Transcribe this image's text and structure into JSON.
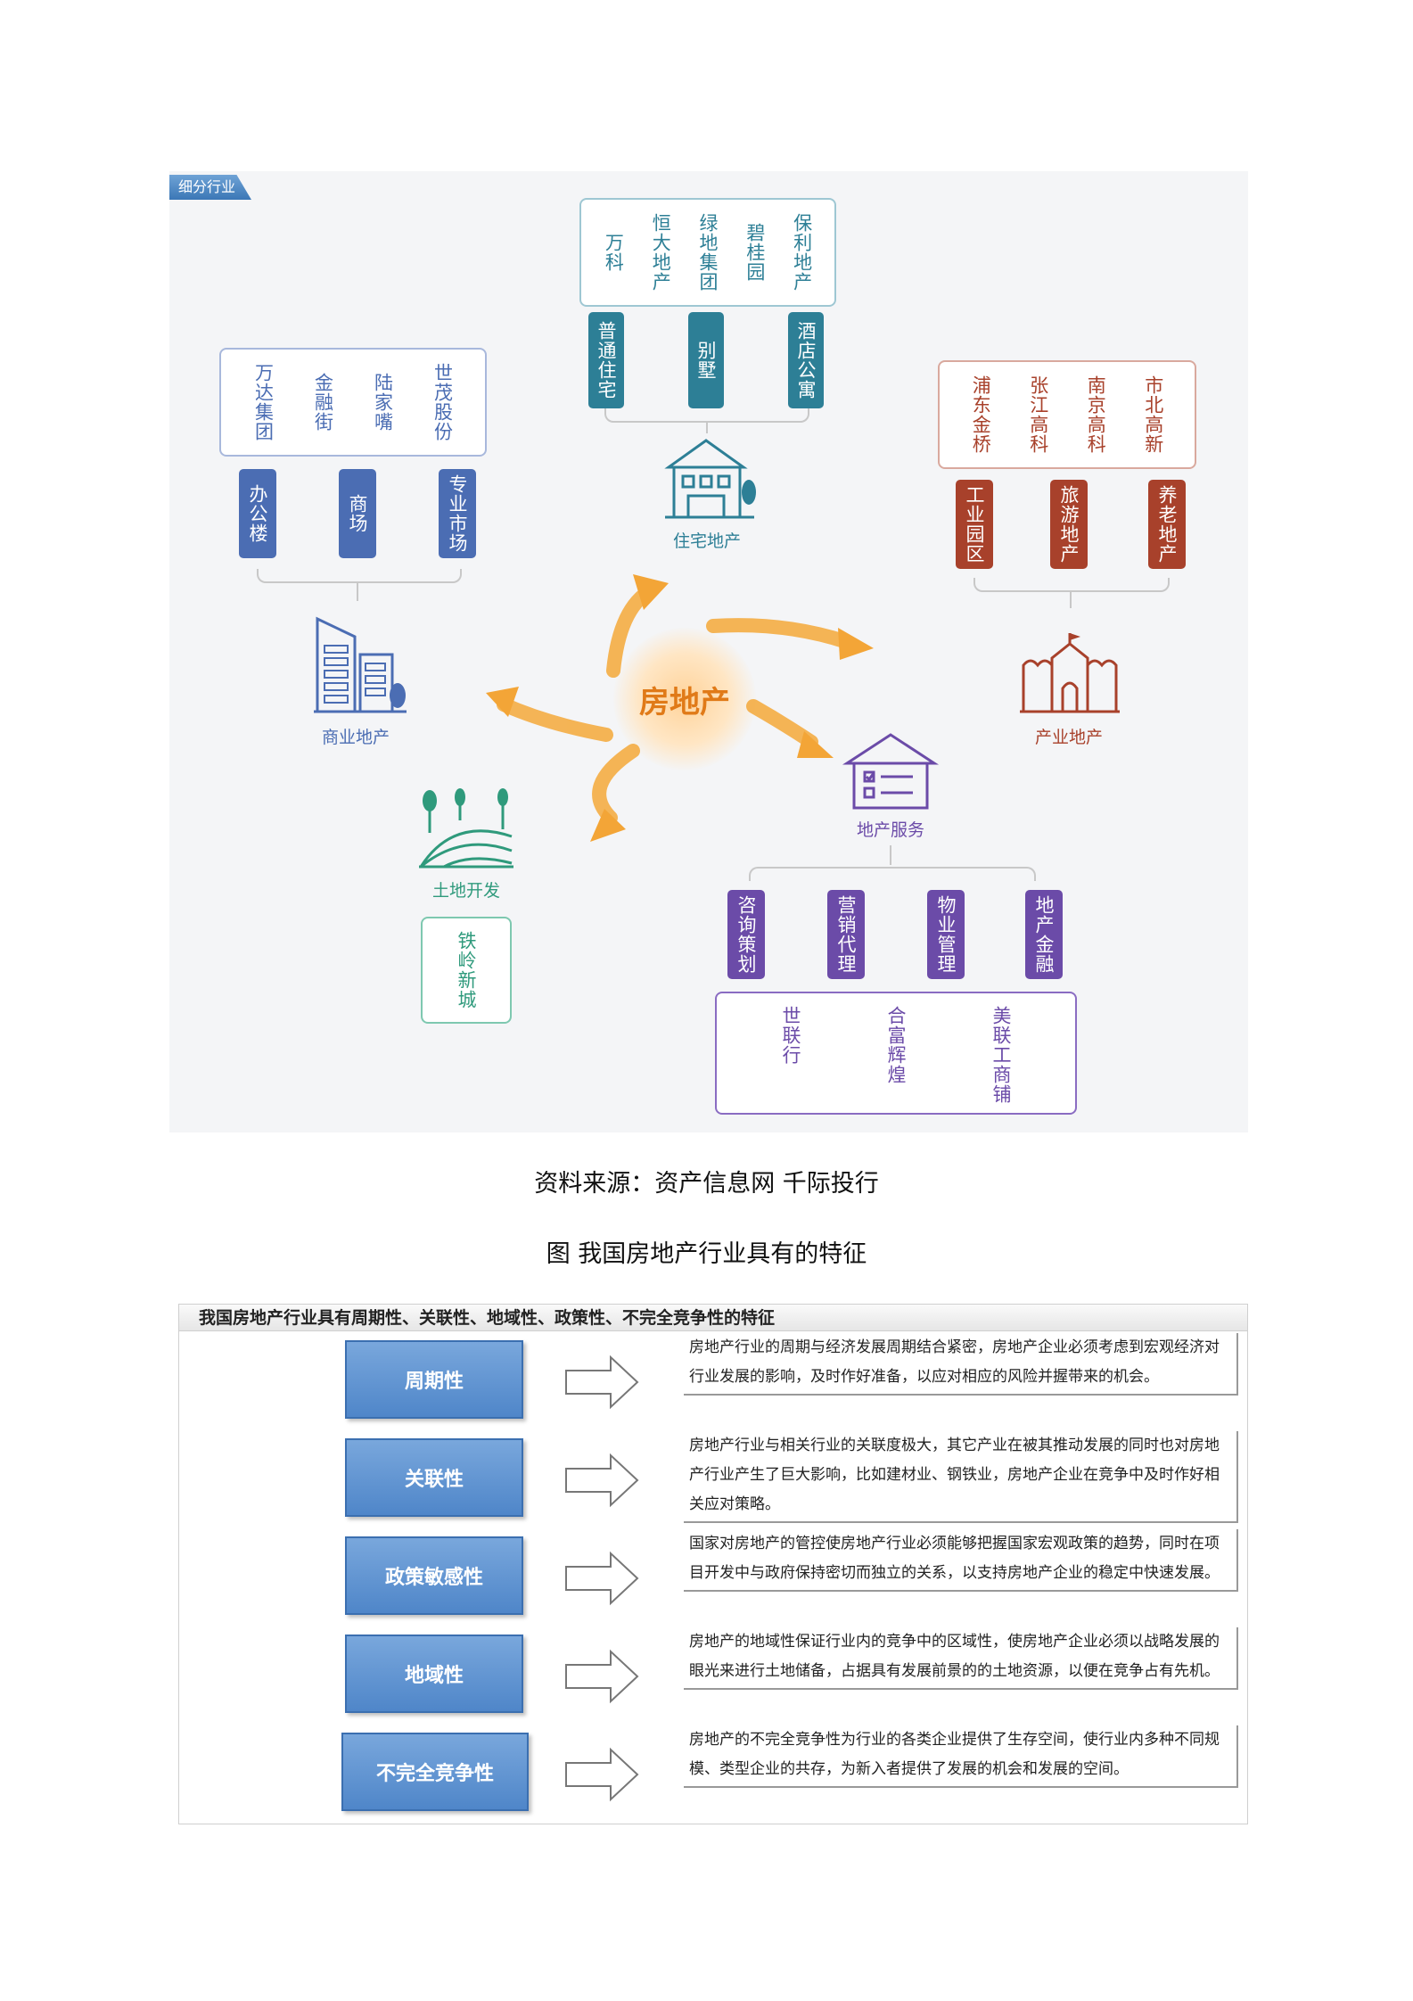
{
  "diagram1": {
    "tag": "细分行业",
    "center": "房地产",
    "residential": {
      "label": "住宅地产",
      "companies": [
        "万科",
        "恒大地产",
        "绿地集团",
        "碧桂园",
        "保利地产"
      ],
      "types": [
        "普通住宅",
        "别墅",
        "酒店公寓"
      ]
    },
    "commercial": {
      "label": "商业地产",
      "companies": [
        "万达集团",
        "金融街",
        "陆家嘴",
        "世茂股份"
      ],
      "types": [
        "办公楼",
        "商场",
        "专业市场"
      ]
    },
    "industrial": {
      "label": "产业地产",
      "companies": [
        "浦东金桥",
        "张江高科",
        "南京高科",
        "市北高新"
      ],
      "types": [
        "工业园区",
        "旅游地产",
        "养老地产"
      ]
    },
    "land": {
      "label": "土地开发",
      "companies": [
        "铁岭新城"
      ]
    },
    "service": {
      "label": "地产服务",
      "types": [
        "咨询策划",
        "营销代理",
        "物业管理",
        "地产金融"
      ],
      "companies": [
        "世联行",
        "合富辉煌",
        "美联工商铺"
      ]
    },
    "colors": {
      "residential": "#2d7f96",
      "commercial": "#4b6db3",
      "industrial": "#a8412b",
      "land": "#2f9a7c",
      "service": "#6b4ba8",
      "center": "#e07a18"
    }
  },
  "captions": {
    "source": "资料来源：资产信息网 千际投行",
    "figure": "图 我国房地产行业具有的特征"
  },
  "diagram2": {
    "title": "我国房地产行业具有周期性、关联性、地域性、政策性、不完全竞争性的特征",
    "features": [
      {
        "name": "周期性",
        "desc": "房地产行业的周期与经济发展周期结合紧密，房地产企业必须考虑到宏观经济对行业发展的影响，及时作好准备，以应对相应的风险并握带来的机会。"
      },
      {
        "name": "关联性",
        "desc": "房地产行业与相关行业的关联度极大，其它产业在被其推动发展的同时也对房地产行业产生了巨大影响，比如建材业、钢铁业，房地产企业在竞争中及时作好相关应对策略。"
      },
      {
        "name": "政策敏感性",
        "desc": "国家对房地产的管控使房地产行业必须能够把握国家宏观政策的趋势，同时在项目开发中与政府保持密切而独立的关系，以支持房地产企业的稳定中快速发展。"
      },
      {
        "name": "地域性",
        "desc": "房地产的地域性保证行业内的竞争中的区域性，使房地产企业必须以战略发展的眼光来进行土地储备，占据具有发展前景的的土地资源，以便在竞争占有先机。"
      },
      {
        "name": "不完全竞争性",
        "desc": "房地产的不完全竞争性为行业的各类企业提供了生存空间，使行业内多种不同规模、类型企业的共存，为新入者提供了发展的机会和发展的空间。"
      }
    ]
  }
}
